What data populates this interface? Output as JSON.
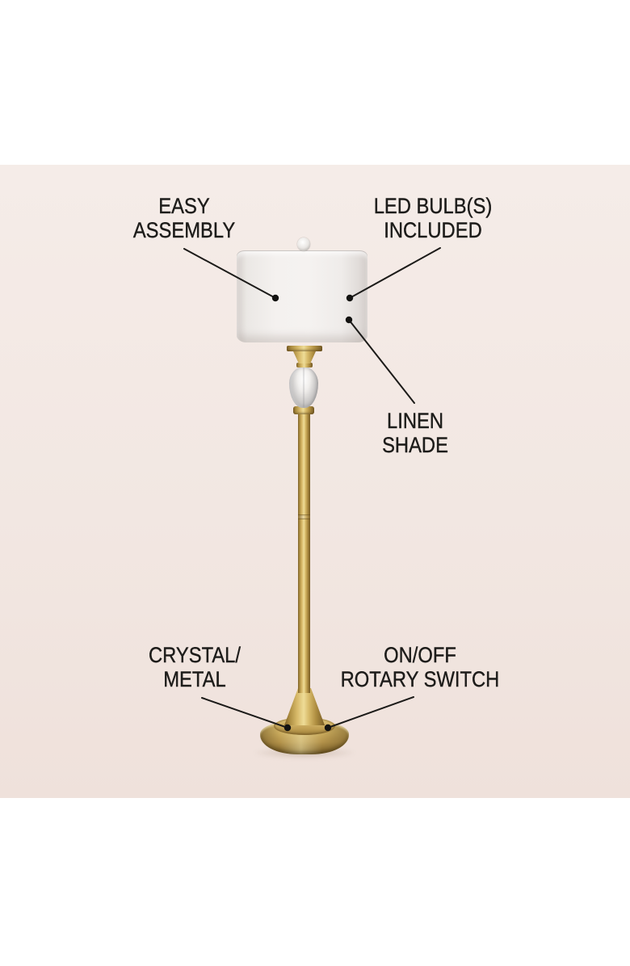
{
  "scene": {
    "page_background": "#ffffff",
    "photo_background_top": "#f5ece8",
    "photo_background_bottom": "#efe1db",
    "line_color": "#1c1b19",
    "text_color": "#1d1c1a",
    "brass_color": "#c9a551",
    "shade_color": "#f4f1ef"
  },
  "callouts": [
    {
      "id": "easy-assembly",
      "label": "EASY\nASSEMBLY"
    },
    {
      "id": "led-bulbs-included",
      "label": "LED BULB(S)\nINCLUDED"
    },
    {
      "id": "linen-shade",
      "label": "LINEN\nSHADE"
    },
    {
      "id": "crystal-metal",
      "label": "CRYSTAL/\nMETAL"
    },
    {
      "id": "on-off-rotary-switch",
      "label": "ON/OFF\nROTARY SWITCH"
    }
  ]
}
